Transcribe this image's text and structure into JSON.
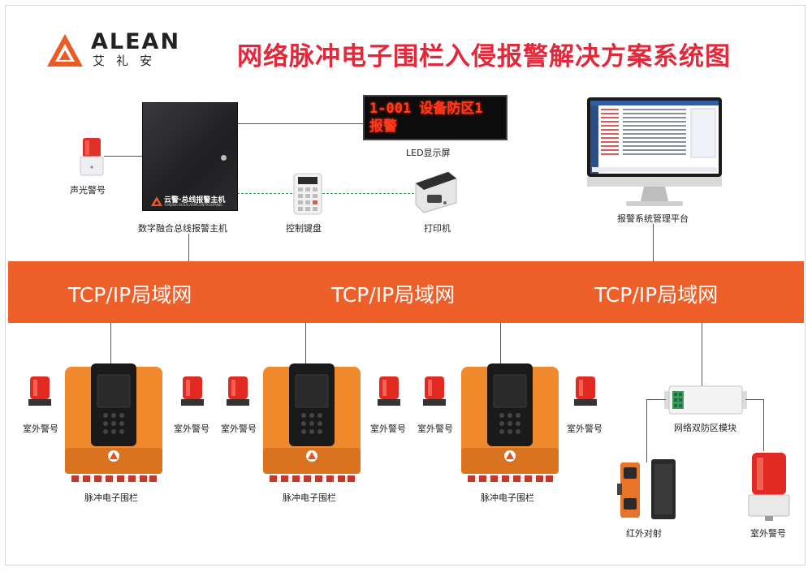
{
  "brand": {
    "name_en": "ALEAN",
    "name_cn": "艾礼安"
  },
  "title": "网络脉冲电子围栏入侵报警解决方案系统图",
  "top_devices": {
    "siren_label": "声光警号",
    "host_label": "数字融合总线报警主机",
    "host_panel_cn": "云警·总线报警主机",
    "host_panel_en": "YUNJING BUSALARMCONTROLPANEL",
    "led_line1": "1-001 设备防区1",
    "led_line2": "报警",
    "led_label": "LED显示屏",
    "keypad_label": "控制键盘",
    "printer_label": "打印机",
    "platform_label": "报警系统管理平台"
  },
  "network": {
    "labels": [
      "TCP/IP局域网",
      "TCP/IP局域网",
      "TCP/IP局域网"
    ]
  },
  "fence_units": [
    {
      "label": "脉冲电子围栏",
      "left_alarm": "室外警号",
      "right_alarm": "室外警号"
    },
    {
      "label": "脉冲电子围栏",
      "left_alarm": "室外警号",
      "right_alarm": "室外警号"
    },
    {
      "label": "脉冲电子围栏",
      "left_alarm": "室外警号",
      "right_alarm": "室外警号"
    }
  ],
  "zone_module": {
    "label": "网络双防区模块",
    "beam_label": "红外对射",
    "alarm_label": "室外警号"
  },
  "colors": {
    "title": "#e2283a",
    "network_bar": "#ee5f2a",
    "device_orange": "#f08a2c",
    "led_text": "#ff3b1f"
  }
}
